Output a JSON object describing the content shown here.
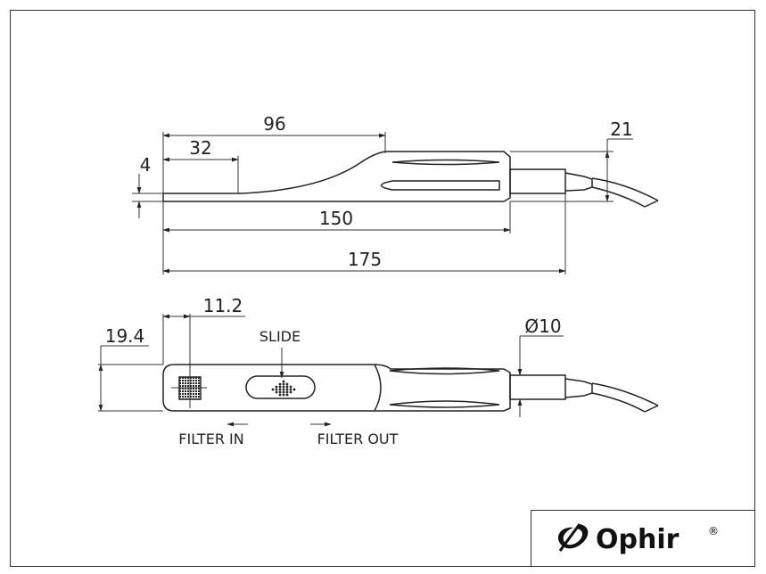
{
  "dimensions": {
    "d96": "96",
    "d32": "32",
    "d4": "4",
    "d21": "21",
    "d150": "150",
    "d175": "175",
    "d11_2": "11.2",
    "d19_4": "19.4",
    "d_dia10": "Ø10"
  },
  "labels": {
    "slide": "SLIDE",
    "filter_in": "FILTER IN",
    "filter_out": "FILTER OUT"
  },
  "logo": {
    "brand": "Ophir",
    "registered": "®"
  },
  "colors": {
    "line": "#222222",
    "background": "#ffffff"
  }
}
